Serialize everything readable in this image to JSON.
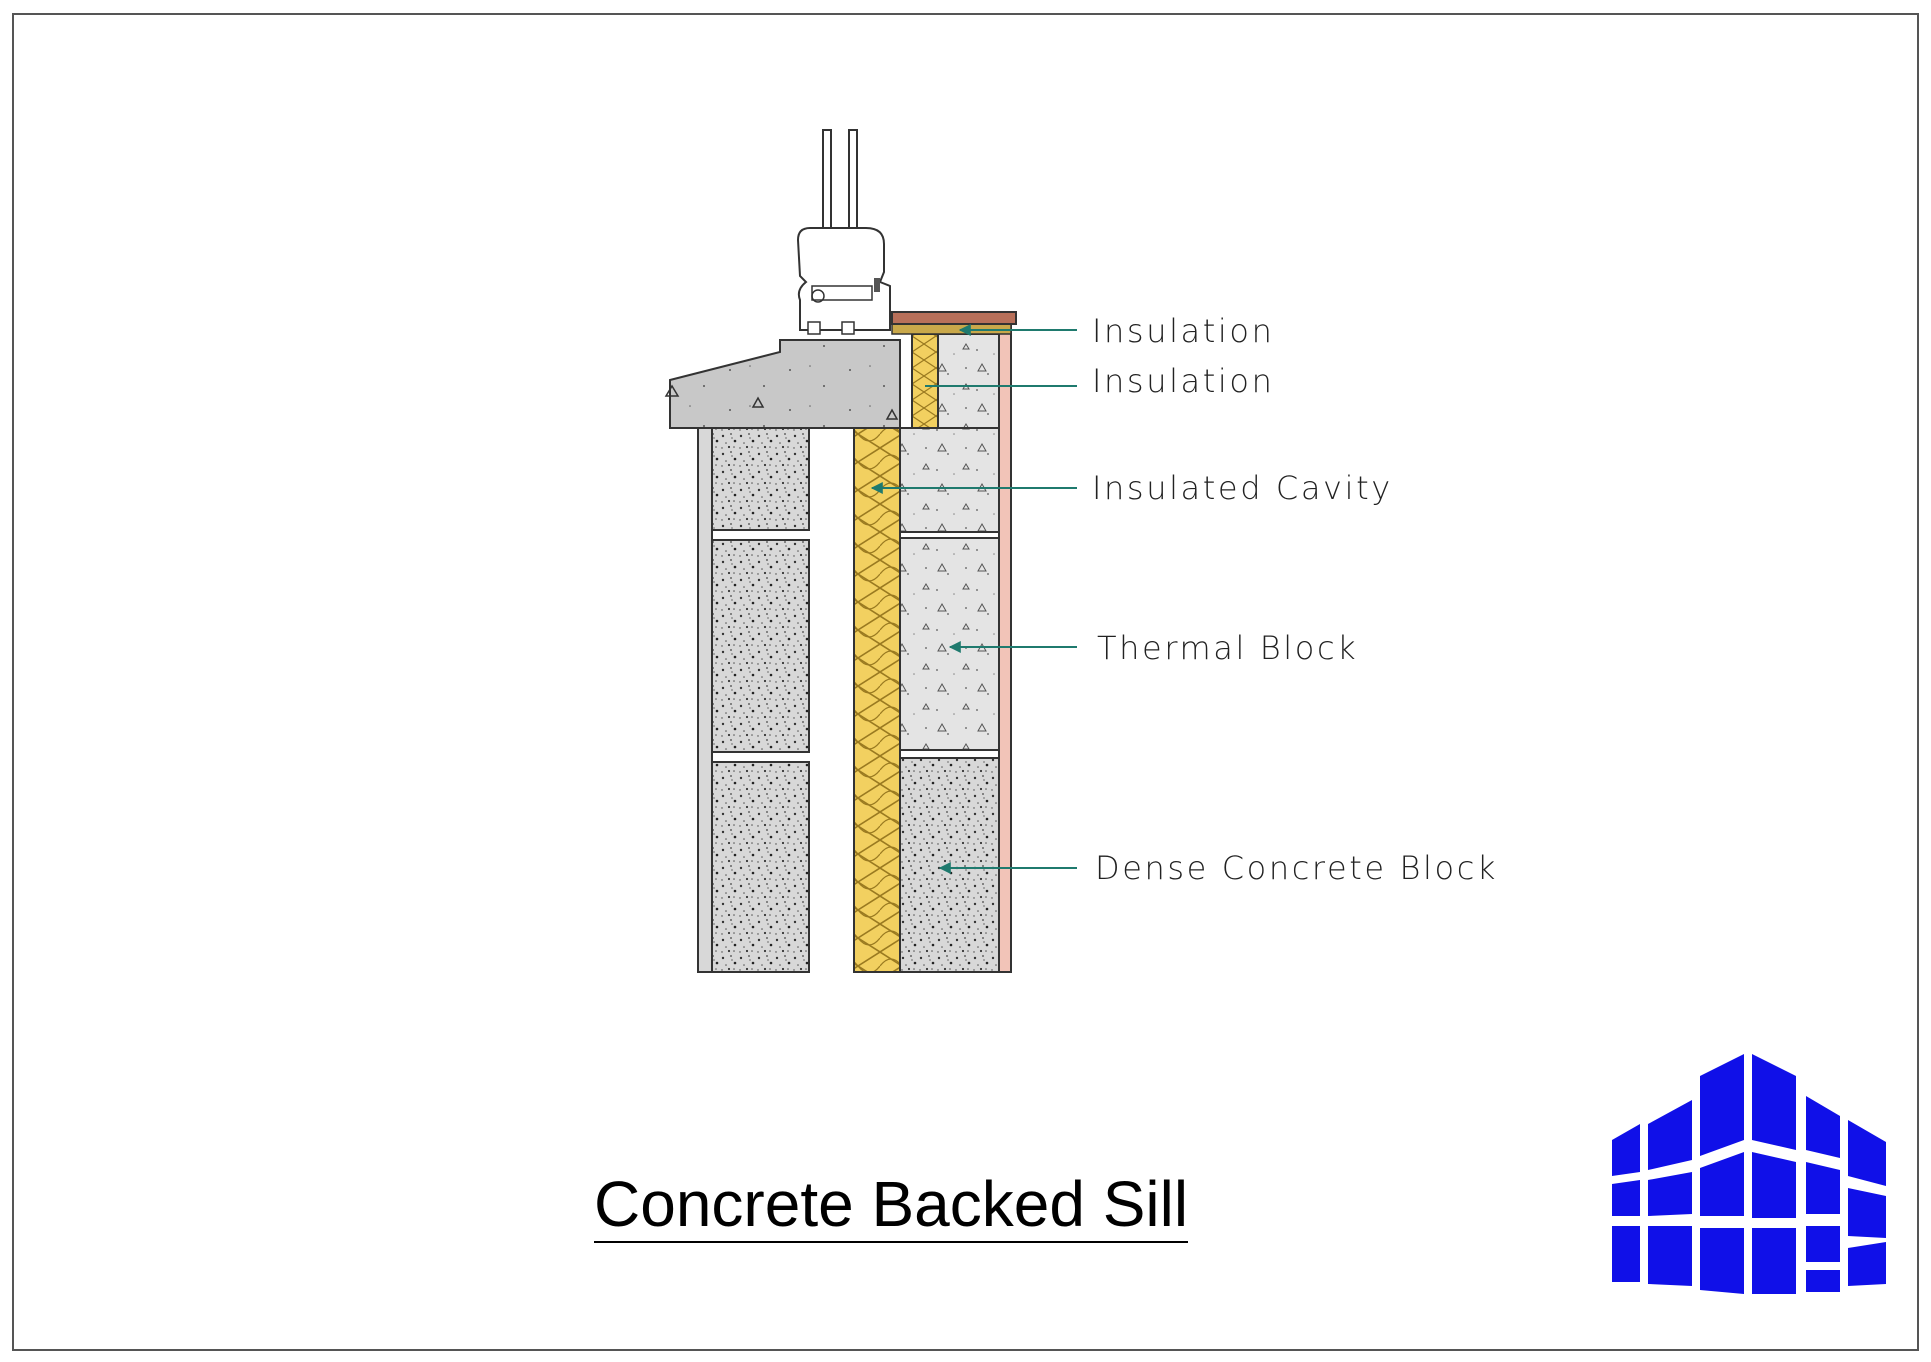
{
  "drawing": {
    "title": "Concrete Backed Sill",
    "labels": [
      "Insulation",
      "Insulation",
      "Insulated Cavity",
      "Thermal Block",
      "Dense Concrete Block"
    ]
  },
  "colors": {
    "border": "#555555",
    "label_text": "#222222",
    "leader": "#1f7a6e",
    "concrete_gray": "#c8c8c8",
    "dense_block": "#d4d4d4",
    "thermal_block": "#e2e2e2",
    "insulation": "#f2d060",
    "brick": "#b8705a",
    "plaster": "#f2c4b8",
    "logo_blue": "#1010e8"
  },
  "logo": {
    "name": "company-logo"
  }
}
